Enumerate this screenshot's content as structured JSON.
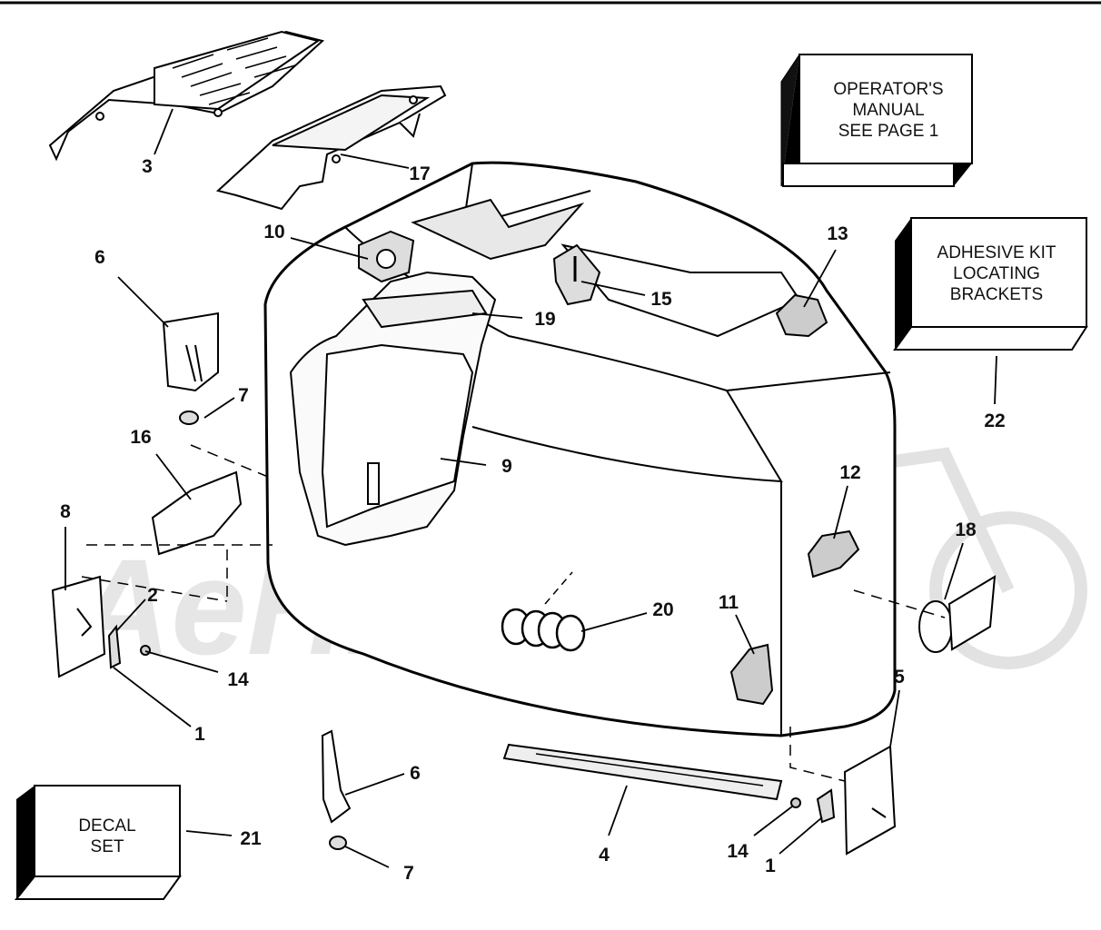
{
  "watermark": "AeHMoto",
  "boxes": {
    "operators_manual": [
      "OPERATOR'S",
      "MANUAL",
      "SEE PAGE 1"
    ],
    "adhesive_kit": [
      "ADHESIVE KIT",
      "LOCATING",
      "BRACKETS"
    ],
    "decal_set": [
      "DECAL",
      "SET"
    ]
  },
  "callouts": {
    "c3": "3",
    "c17": "17",
    "c10": "10",
    "c6a": "6",
    "c7a": "7",
    "c16": "16",
    "c8": "8",
    "c2": "2",
    "c14a": "14",
    "c1a": "1",
    "c19": "19",
    "c15": "15",
    "c13": "13",
    "c22": "22",
    "c9": "9",
    "c12": "12",
    "c18": "18",
    "c20": "20",
    "c11": "11",
    "c5": "5",
    "c4": "4",
    "c6b": "6",
    "c7b": "7",
    "c21": "21",
    "c14b": "14",
    "c1b": "1"
  }
}
